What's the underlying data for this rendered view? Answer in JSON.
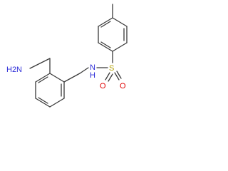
{
  "structure": {
    "atoms": {
      "amine_nh2": {
        "text": "H2N",
        "color": "#2b2bd8"
      },
      "sulfonamide_n": {
        "text": "N",
        "color": "#2b2bd8"
      },
      "sulfonamide_h": {
        "text": "H",
        "color": "#2b2bd8"
      },
      "sulfur": {
        "text": "S",
        "color": "#b3a000"
      },
      "oxygen_left": {
        "text": "O",
        "color": "#e00000"
      },
      "oxygen_right": {
        "text": "O",
        "color": "#e00000"
      }
    },
    "bond_color": "#3a3a3a"
  }
}
